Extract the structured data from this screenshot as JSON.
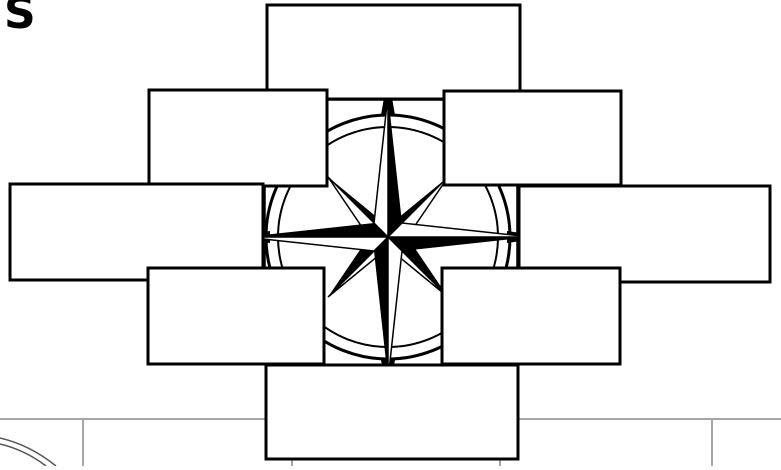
{
  "corner_text": "S",
  "colors": {
    "stroke": "#000000",
    "box_fill": "#ffffff",
    "grid_line": "#a6a6a6"
  },
  "compass": {
    "description_icon": "compass-rose-icon"
  },
  "boxes": [
    {
      "id": "top",
      "text": ""
    },
    {
      "id": "upper-left",
      "text": ""
    },
    {
      "id": "upper-right",
      "text": ""
    },
    {
      "id": "left",
      "text": ""
    },
    {
      "id": "right",
      "text": ""
    },
    {
      "id": "lower-left",
      "text": ""
    },
    {
      "id": "lower-right",
      "text": ""
    },
    {
      "id": "bottom",
      "text": ""
    }
  ]
}
